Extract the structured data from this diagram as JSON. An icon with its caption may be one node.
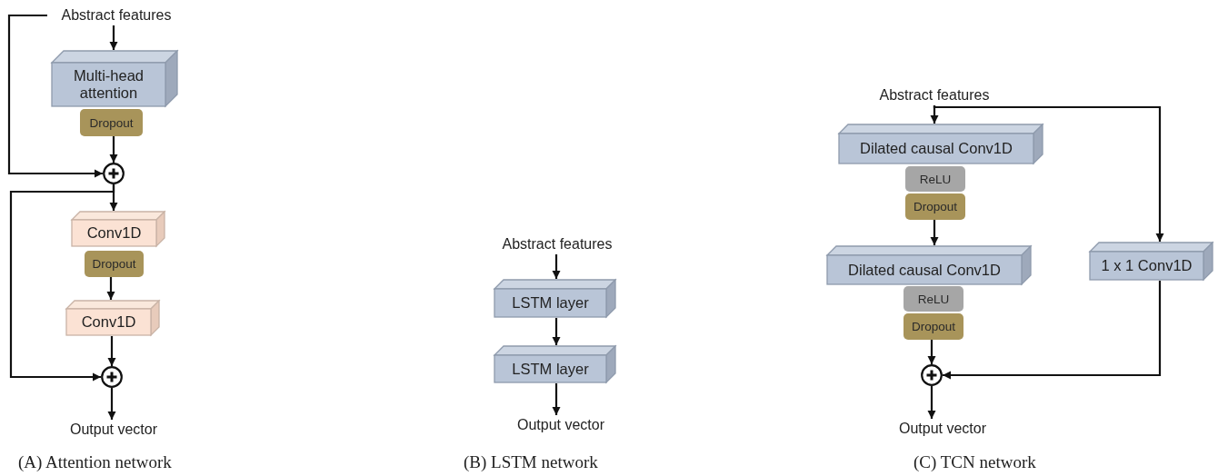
{
  "diagram": {
    "nodes": [
      {
        "text": [
          "Abstract features"
        ]
      },
      {
        "text": [
          "Multi-head attention"
        ]
      },
      {
        "text": [
          "Dropout"
        ]
      },
      {
        "text": [],
        "shape": "circle"
      },
      {
        "text": [
          "Conv1D"
        ]
      },
      {
        "text": [
          "Dropout"
        ]
      },
      {
        "text": [
          "Conv1D"
        ]
      },
      {
        "text": [],
        "shape": "circle"
      },
      {
        "text": [
          "Output vector"
        ]
      },
      {
        "text": [
          "Abstract features"
        ]
      },
      {
        "text": [
          "LSTM layer"
        ]
      },
      {
        "text": [
          "LSTM layer"
        ]
      },
      {
        "text": [
          "Output vector"
        ]
      },
      {
        "text": [
          "Abstract features"
        ]
      },
      {
        "text": [
          "Dilated causal Conv1D"
        ]
      },
      {
        "text": [
          "ReLU"
        ]
      },
      {
        "text": [
          "Dropout"
        ]
      },
      {
        "text": [
          "Dilated causal Conv1D"
        ]
      },
      {
        "text": [
          "ReLU"
        ]
      },
      {
        "text": [
          "Dropout"
        ]
      },
      {
        "text": [
          "1 x 1 Conv1D"
        ]
      },
      {
        "text": [],
        "shape": "circle"
      },
      {
        "text": [
          "Output vector"
        ]
      }
    ],
    "edges": [
      {
        "from": 0,
        "to": 1,
        "arrow": "to"
      },
      {
        "from": 2,
        "to": 3,
        "arrow": "to"
      },
      {
        "from": 0,
        "to": 3,
        "arrow": "to"
      },
      {
        "from": 3,
        "to": 4,
        "arrow": "to"
      },
      {
        "from": 3,
        "to": 7,
        "arrow": "to"
      },
      {
        "from": 5,
        "to": 6,
        "arrow": "to"
      },
      {
        "from": 6,
        "to": 7,
        "arrow": "to"
      },
      {
        "from": 7,
        "to": 8,
        "arrow": "to"
      },
      {
        "from": 9,
        "to": 10,
        "arrow": "to"
      },
      {
        "from": 10,
        "to": 11,
        "arrow": "to"
      },
      {
        "from": 11,
        "to": 12,
        "arrow": "to"
      },
      {
        "from": 13,
        "to": 14,
        "arrow": "to"
      },
      {
        "from": 13,
        "to": 20,
        "arrow": "to"
      },
      {
        "from": 16,
        "to": 17,
        "arrow": "to"
      },
      {
        "from": 19,
        "to": 21,
        "arrow": "to"
      },
      {
        "from": 20,
        "to": 21,
        "arrow": "to"
      },
      {
        "from": 21,
        "to": 22,
        "arrow": "to"
      }
    ],
    "labels": [
      "(A) Attention network",
      "(B) LSTM network",
      "(C) TCN network"
    ]
  }
}
